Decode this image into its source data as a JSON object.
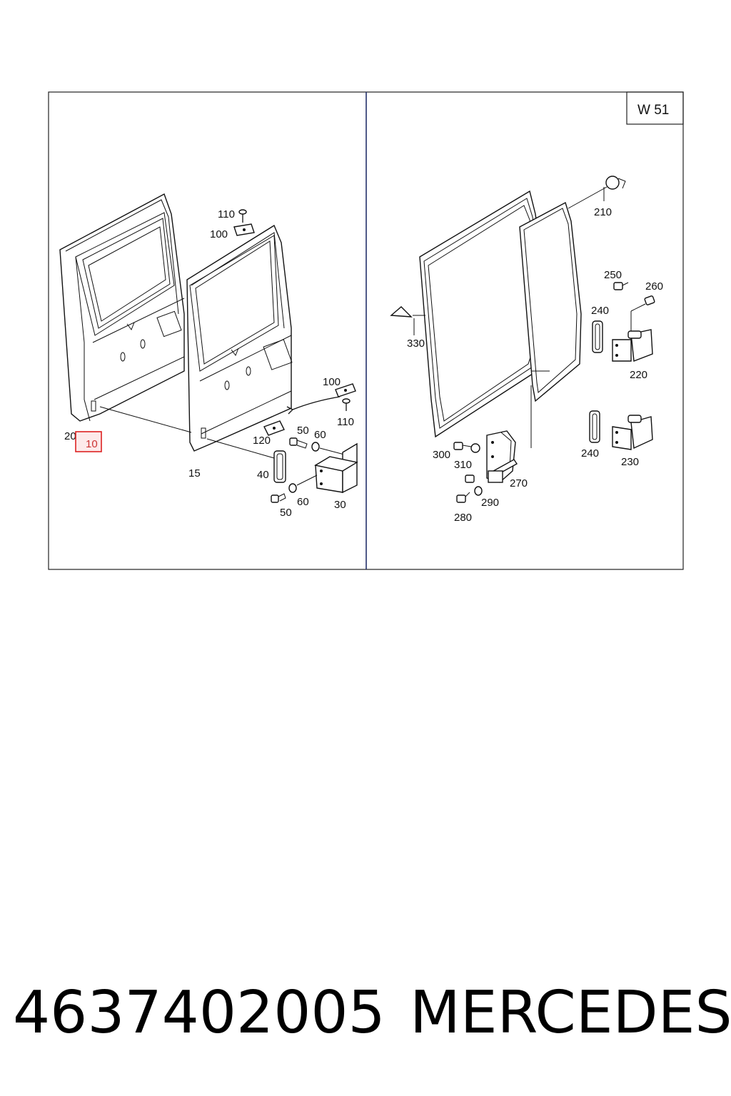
{
  "diagram": {
    "section_code": "W 51",
    "labels": {
      "l10": "10",
      "l15": "15",
      "l20": "20",
      "l30": "30",
      "l40": "40",
      "l50a": "50",
      "l50b": "50",
      "l60a": "60",
      "l60b": "60",
      "l100a": "100",
      "l100b": "100",
      "l110a": "110",
      "l110b": "110",
      "l120": "120",
      "l210": "210",
      "l220": "220",
      "l230": "230",
      "l240a": "240",
      "l240b": "240",
      "l250": "250",
      "l260": "260",
      "l270": "270",
      "l280": "280",
      "l290": "290",
      "l300": "300",
      "l310": "310",
      "l330": "330"
    },
    "highlight_color": "#d22222"
  },
  "footer": {
    "part_number": "4637402005",
    "brand": "MERCEDES"
  }
}
